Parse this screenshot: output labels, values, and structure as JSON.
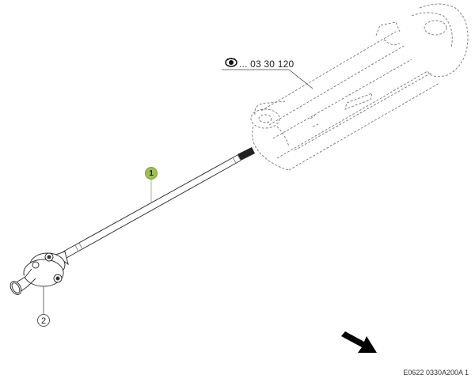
{
  "diagram": {
    "reference": {
      "icon": "eye-icon",
      "label": "... 03 30 120"
    },
    "callouts": [
      {
        "number": "1",
        "color": "#9cc24a",
        "part": "axle shaft"
      },
      {
        "number": "2",
        "color": "#ffffff",
        "part": "universal joint"
      }
    ],
    "direction_arrow": "arrow-down-right-icon",
    "drawing_code": "E0622 0330A200A 1"
  }
}
